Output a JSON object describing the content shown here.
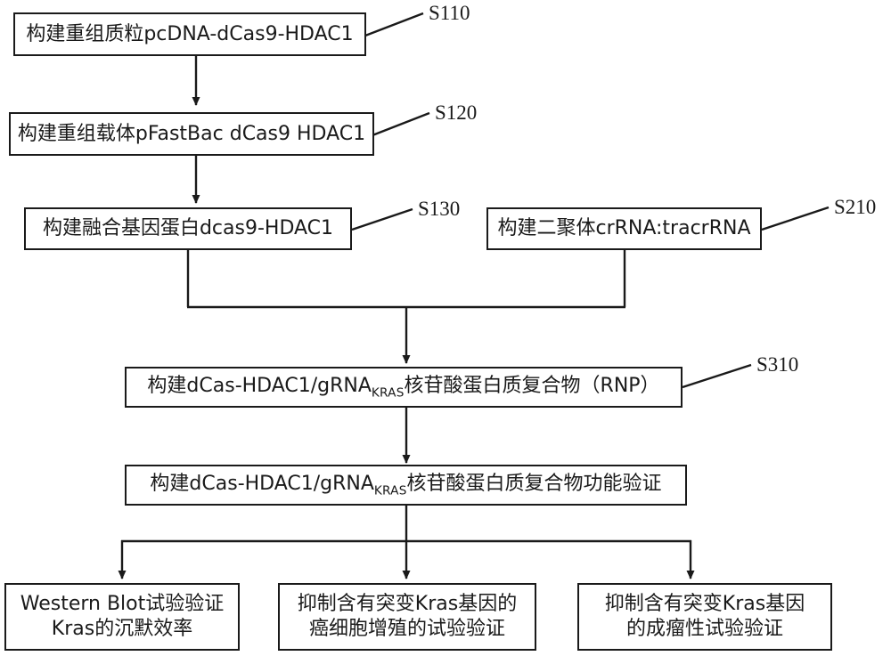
{
  "diagram": {
    "title": "CRISPR dCas9-HDAC1 KRAS silencing workflow flowchart",
    "background_color": "#ffffff",
    "line_color": "#1a1a1a",
    "nodes": [
      {
        "id": "s110",
        "text": "构建重组质粒pcDNA-dCas9-HDAC1",
        "step_label": "S110"
      },
      {
        "id": "s120",
        "text": "构建重组载体pFastBac dCas9 HDAC1",
        "step_label": "S120"
      },
      {
        "id": "s130",
        "text": "构建融合基因蛋白dcas9-HDAC1",
        "step_label": "S130"
      },
      {
        "id": "s210",
        "text": "构建二聚体crRNA:tracrRNA",
        "step_label": "S210"
      },
      {
        "id": "s310",
        "text_prefix": "构建dCas-HDAC1/gRNA",
        "text_subscript": "KRAS",
        "text_suffix": "核苷酸蛋白质复合物（RNP）",
        "step_label": "S310"
      },
      {
        "id": "verify",
        "text_prefix": "构建dCas-HDAC1/gRNA",
        "text_subscript": "KRAS",
        "text_suffix": "核苷酸蛋白质复合物功能验证",
        "step_label": ""
      },
      {
        "id": "out-left",
        "line1": "Western Blot试验验证",
        "line2": "Kras的沉默效率"
      },
      {
        "id": "out-mid",
        "line1": "抑制含有突变Kras基因的",
        "line2": "癌细胞增殖的试验验证"
      },
      {
        "id": "out-right",
        "line1": "抑制含有突变Kras基因",
        "line2": "的成瘤性试验验证"
      }
    ]
  }
}
